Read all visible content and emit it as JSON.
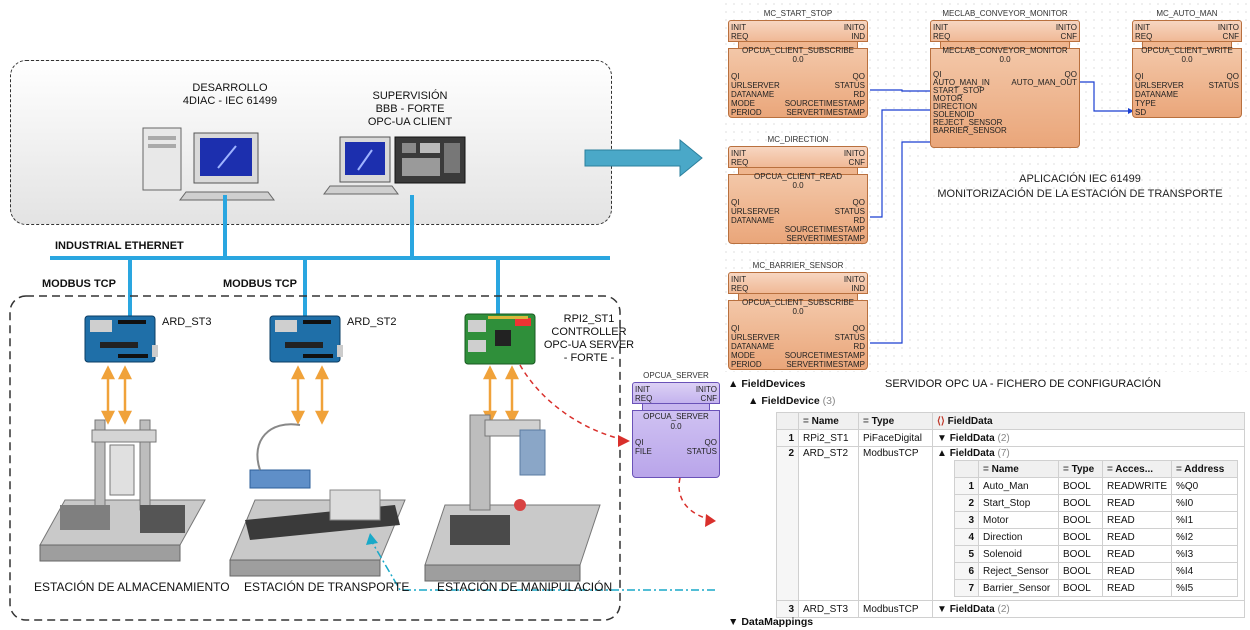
{
  "network": {
    "desarrollo": [
      "DESARROLLO",
      "4DIAC - IEC 61499"
    ],
    "supervision": [
      "SUPERVISIÓN",
      "BBB - FORTE",
      "OPC-UA CLIENT"
    ],
    "industrial_ethernet": "INDUSTRIAL ETHERNET",
    "modbus_tcp": "MODBUS TCP",
    "devices": {
      "ard_st3": "ARD_ST3",
      "ard_st2": "ARD_ST2",
      "rpi": [
        "RPI2_ST1",
        "CONTROLLER",
        "OPC-UA SERVER",
        "- FORTE -"
      ]
    },
    "stations": [
      "ESTACIÓN DE ALMACENAMIENTO",
      "ESTACIÓN DE TRANSPORTE",
      "ESTACIÓN DE MANIPULACIÓN"
    ]
  },
  "opcua_server_block": {
    "instance": "OPCUA_SERVER",
    "type": "OPCUA_SERVER",
    "version": "0.0",
    "event_in": [
      "INIT",
      "REQ"
    ],
    "event_out": [
      "INITO",
      "CNF"
    ],
    "data_in": [
      "QI",
      "FILE"
    ],
    "data_out": [
      "QO",
      "STATUS"
    ]
  },
  "function_blocks": {
    "start_stop": {
      "instance": "MC_START_STOP",
      "type": "OPCUA_CLIENT_SUBSCRIBE",
      "version": "0.0",
      "event_in": [
        "INIT",
        "REQ"
      ],
      "event_out": [
        "INITO",
        "IND"
      ],
      "data_in": [
        "QI",
        "URLSERVER",
        "DATANAME",
        "MODE",
        "PERIOD"
      ],
      "data_out": [
        "QO",
        "STATUS",
        "RD",
        "SOURCETIMESTAMP",
        "SERVERTIMESTAMP"
      ]
    },
    "direction": {
      "instance": "MC_DIRECTION",
      "type": "OPCUA_CLIENT_READ",
      "version": "0.0",
      "event_in": [
        "INIT",
        "REQ"
      ],
      "event_out": [
        "INITO",
        "CNF"
      ],
      "data_in": [
        "QI",
        "URLSERVER",
        "DATANAME"
      ],
      "data_out": [
        "QO",
        "STATUS",
        "RD",
        "SOURCETIMESTAMP",
        "SERVERTIMESTAMP"
      ]
    },
    "barrier": {
      "instance": "MC_BARRIER_SENSOR",
      "type": "OPCUA_CLIENT_SUBSCRIBE",
      "version": "0.0",
      "event_in": [
        "INIT",
        "REQ"
      ],
      "event_out": [
        "INITO",
        "IND"
      ],
      "data_in": [
        "QI",
        "URLSERVER",
        "DATANAME",
        "MODE",
        "PERIOD"
      ],
      "data_out": [
        "QO",
        "STATUS",
        "RD",
        "SOURCETIMESTAMP",
        "SERVERTIMESTAMP"
      ]
    },
    "monitor": {
      "instance": "MECLAB_CONVEYOR_MONITOR",
      "type": "MECLAB_CONVEYOR_MONITOR",
      "version": "0.0",
      "event_in": [
        "INIT",
        "REQ"
      ],
      "event_out": [
        "INITO",
        "CNF"
      ],
      "data_in": [
        "QI",
        "AUTO_MAN_IN",
        "START_STOP",
        "MOTOR",
        "DIRECTION",
        "SOLENOID",
        "REJECT_SENSOR",
        "BARRIER_SENSOR"
      ],
      "data_out": [
        "QO",
        "AUTO_MAN_OUT"
      ]
    },
    "auto_man": {
      "instance": "MC_AUTO_MAN",
      "type": "OPCUA_CLIENT_WRITE",
      "version": "0.0",
      "event_in": [
        "INIT",
        "REQ"
      ],
      "event_out": [
        "INITO",
        "CNF"
      ],
      "data_in": [
        "QI",
        "URLSERVER",
        "DATANAME",
        "TYPE",
        "SD"
      ],
      "data_out": [
        "QO",
        "STATUS"
      ]
    }
  },
  "app_caption": [
    "APLICACIÓN IEC 61499",
    "MONITORIZACIÓN DE LA ESTACIÓN DE TRANSPORTE"
  ],
  "config": {
    "title": "SERVIDOR OPC UA - FICHERO DE CONFIGURACIÓN",
    "root": "FieldDevices",
    "field_device": "FieldDevice",
    "field_device_count": "(3)",
    "headers": [
      "Name",
      "Type",
      "FieldData"
    ],
    "devices": [
      {
        "n": "1",
        "name": "RPi2_ST1",
        "type": "PiFaceDigital",
        "data": "FieldData",
        "count": "(2)"
      },
      {
        "n": "2",
        "name": "ARD_ST2",
        "type": "ModbusTCP",
        "data": "FieldData",
        "count": "(7)"
      },
      {
        "n": "3",
        "name": "ARD_ST3",
        "type": "ModbusTCP",
        "data": "FieldData",
        "count": "(2)"
      }
    ],
    "inner_headers": [
      "Name",
      "Type",
      "Acces...",
      "Address"
    ],
    "inner_rows": [
      {
        "n": "1",
        "name": "Auto_Man",
        "type": "BOOL",
        "access": "READWRITE",
        "address": "%Q0"
      },
      {
        "n": "2",
        "name": "Start_Stop",
        "type": "BOOL",
        "access": "READ",
        "address": "%I0"
      },
      {
        "n": "3",
        "name": "Motor",
        "type": "BOOL",
        "access": "READ",
        "address": "%I1"
      },
      {
        "n": "4",
        "name": "Direction",
        "type": "BOOL",
        "access": "READ",
        "address": "%I2"
      },
      {
        "n": "5",
        "name": "Solenoid",
        "type": "BOOL",
        "access": "READ",
        "address": "%I3"
      },
      {
        "n": "6",
        "name": "Reject_Sensor",
        "type": "BOOL",
        "access": "READ",
        "address": "%I4"
      },
      {
        "n": "7",
        "name": "Barrier_Sensor",
        "type": "BOOL",
        "access": "READ",
        "address": "%I5"
      }
    ],
    "data_mappings": "DataMappings"
  },
  "colors": {
    "ethernet": "#2aa6e0",
    "modbus_arrow": "#f0a23a",
    "fb_fill": "#f0b996",
    "server_fill": "#c4b3ee",
    "red_dash": "#d9302c"
  }
}
